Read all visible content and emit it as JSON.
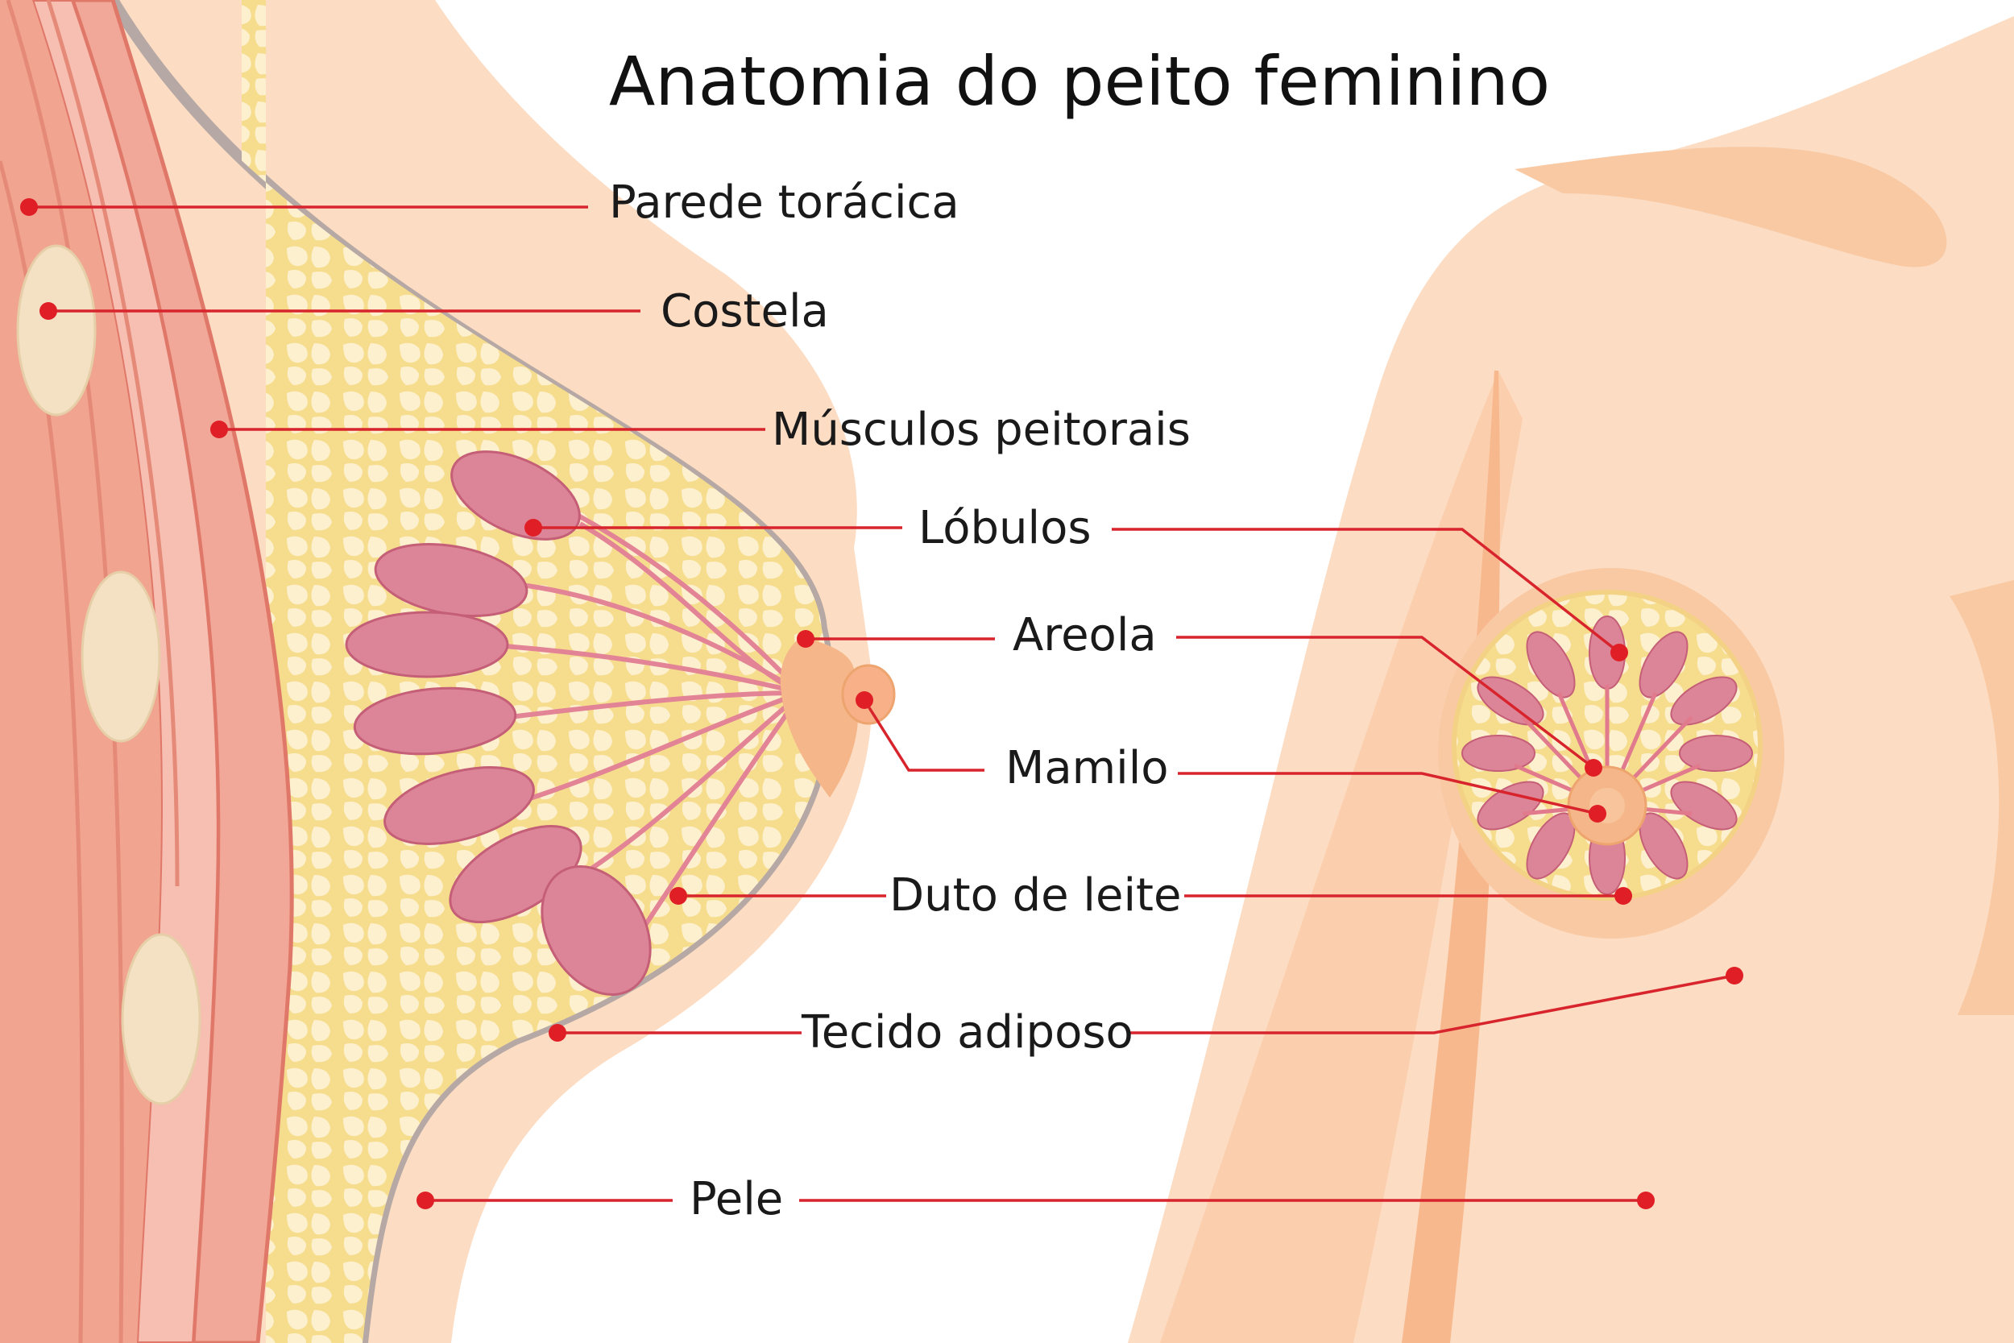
{
  "diagram": {
    "title": "Anatomia do peito feminino",
    "labels": {
      "chest_wall": "Parede torácica",
      "rib": "Costela",
      "pectoral_muscles": "Músculos peitorais",
      "lobules": "Lóbulos",
      "areola": "Areola",
      "nipple": "Mamilo",
      "milk_duct": "Duto de leite",
      "adipose_tissue": "Tecido adiposo",
      "skin": "Pele"
    },
    "colors": {
      "skin": "#fbd9bd",
      "muscle": "#ef9c8c",
      "fat": "#f6dd8e",
      "lobule": "#d9768c",
      "leader": "#e01e26"
    }
  }
}
